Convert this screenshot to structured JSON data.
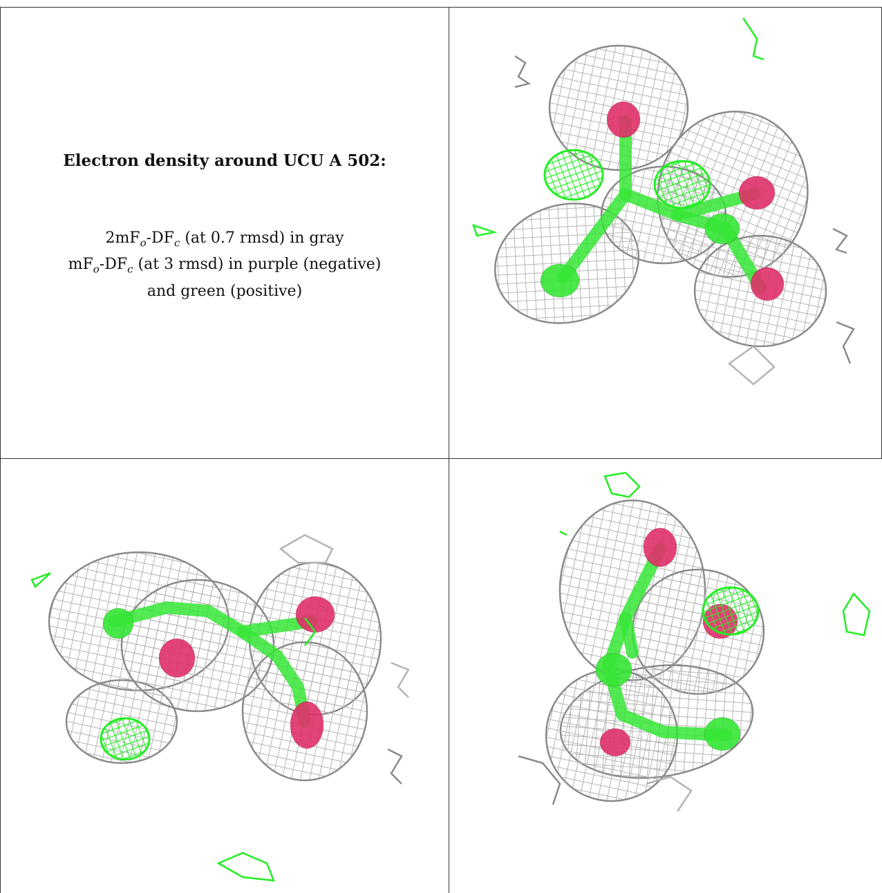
{
  "caption": {
    "title": "Electron density around UCU A 502:",
    "line1": {
      "pre": "2mF",
      "sub1": "o",
      "mid": "-DF",
      "sub2": "c",
      "post": " (at 0.7 rmsd) in gray"
    },
    "line2": {
      "pre": "mF",
      "sub1": "o",
      "mid": "-DF",
      "sub2": "c",
      "post": " (at 3 rmsd) in purple (negative)"
    },
    "line3": "and green (positive)"
  },
  "colors": {
    "mesh_gray": "#b4b4b4",
    "mesh_gray_dark": "#8a8a8a",
    "positive_green": "#22ee22",
    "negative_pink": "#e0306a",
    "stick_green": "#36e636",
    "frame": "#333333"
  },
  "views": [
    {
      "name": "view-top-right"
    },
    {
      "name": "view-bottom-left"
    },
    {
      "name": "view-bottom-right"
    }
  ]
}
